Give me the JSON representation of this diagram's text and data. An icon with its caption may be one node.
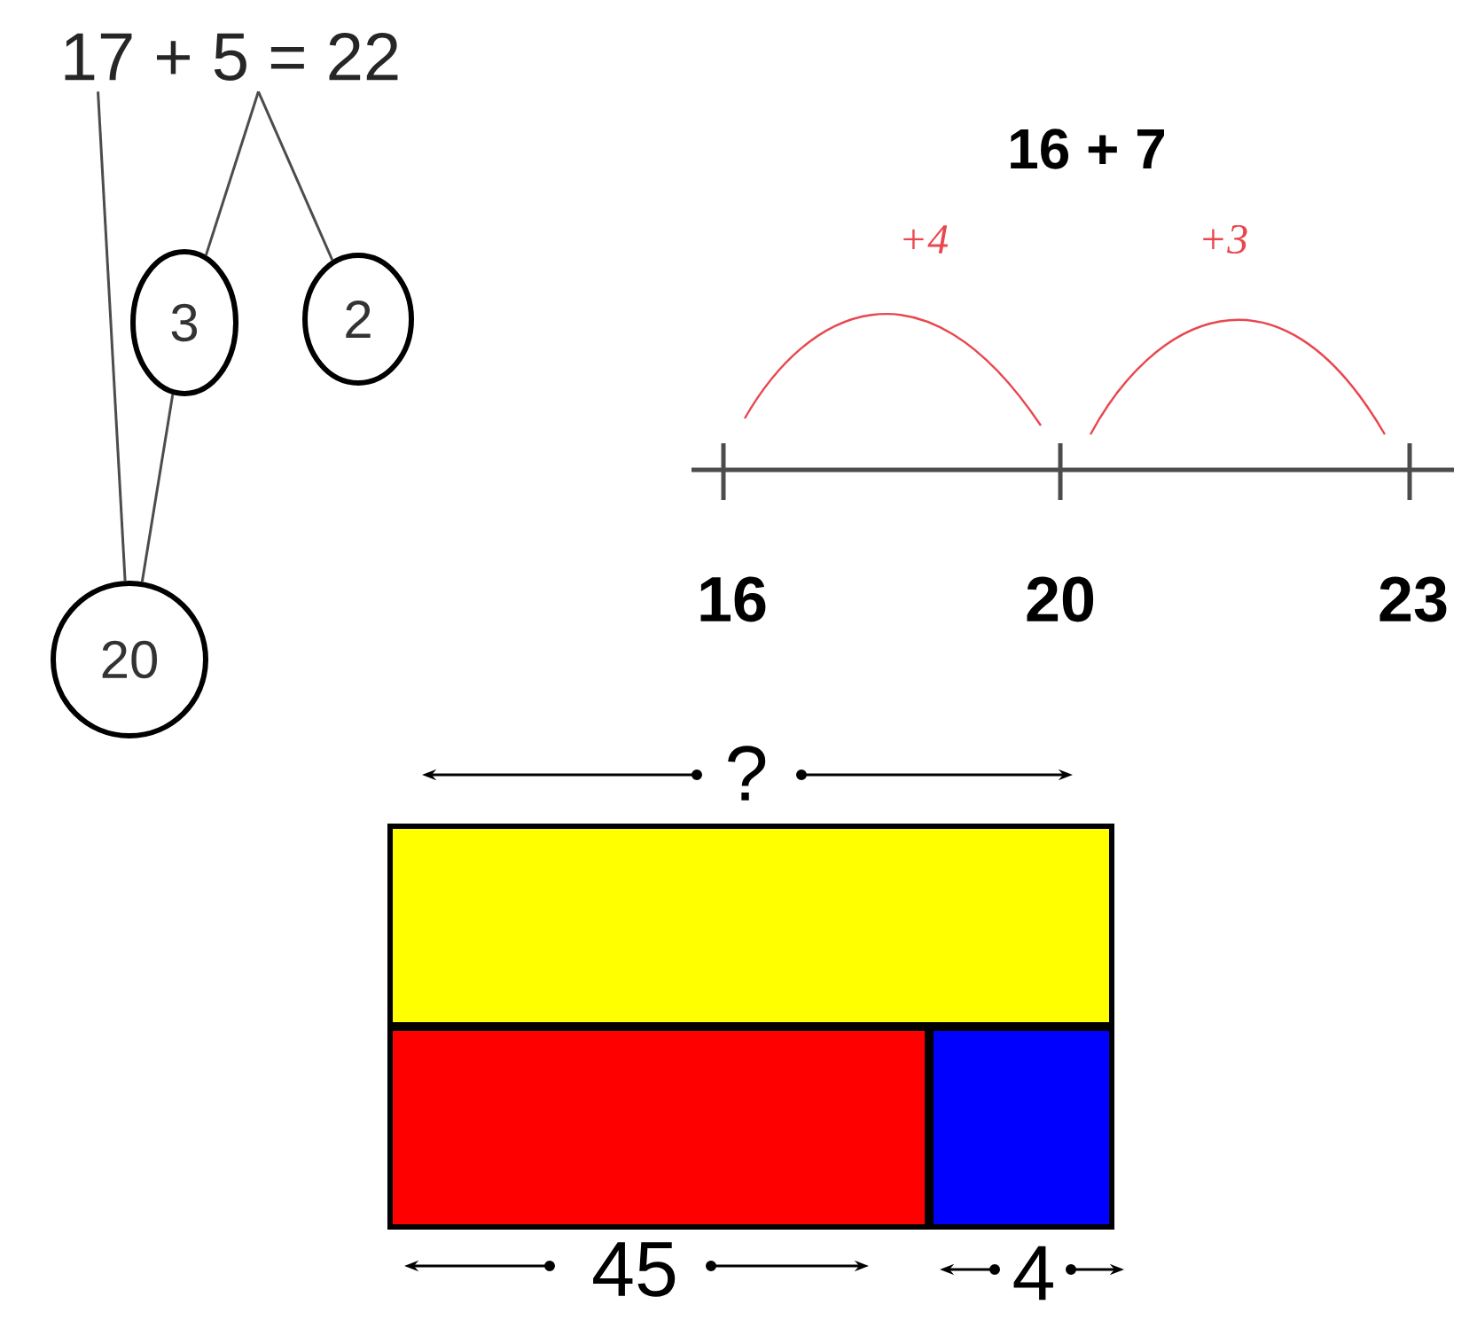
{
  "diagram": {
    "nodes": [
      {
        "text": [
          "17 + 5 = 22"
        ]
      },
      {
        "text": [
          "3"
        ]
      },
      {
        "text": [
          "2"
        ]
      },
      {
        "text": [
          "20"
        ]
      }
    ],
    "edges": [
      {
        "from": 0,
        "to": 3,
        "arrow": "none"
      },
      {
        "from": 0,
        "to": 1,
        "arrow": "none"
      },
      {
        "from": 0,
        "to": 2,
        "arrow": "none"
      },
      {
        "from": 1,
        "to": 3,
        "arrow": "none"
      }
    ],
    "labels": [
      "16 + 7",
      "+4",
      "+3",
      "16",
      "20",
      "23",
      "?",
      "45",
      "4"
    ]
  }
}
